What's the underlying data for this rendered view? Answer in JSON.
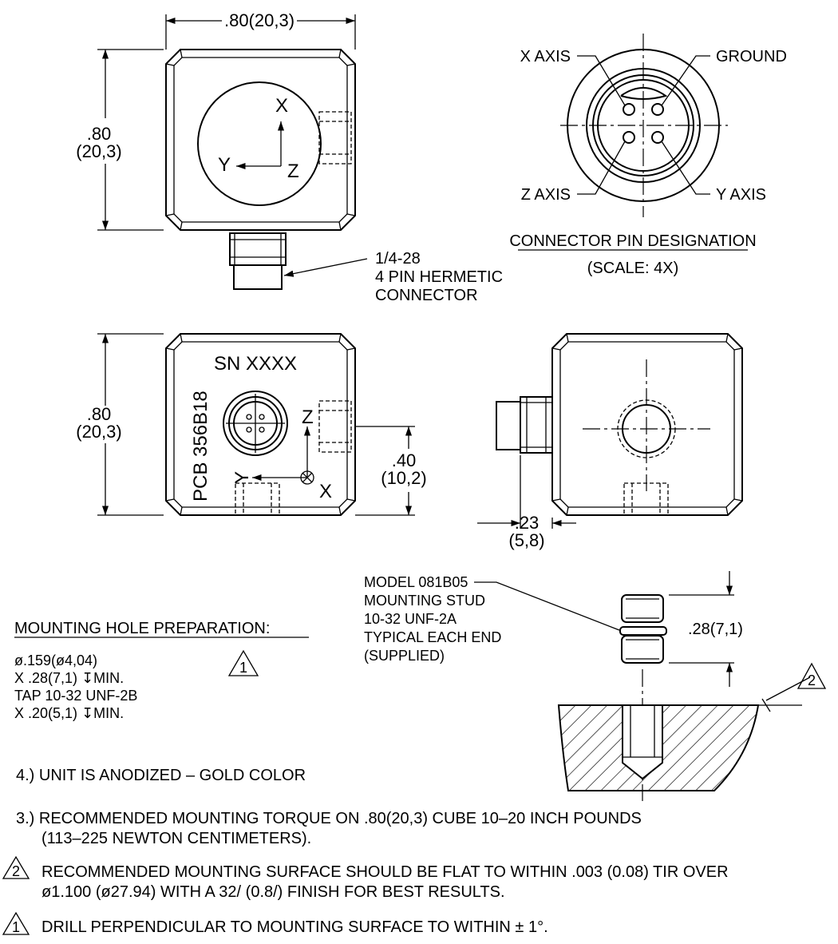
{
  "colors": {
    "ink": "#000000",
    "paper": "#ffffff"
  },
  "top_view": {
    "width_dim": ".80(20,3)",
    "height_dim_line1": ".80",
    "height_dim_line2": "(20,3)",
    "axis_x": "X",
    "axis_y": "Y",
    "axis_z": "Z",
    "connector_note": [
      "1/4-28",
      "4 PIN HERMETIC",
      "CONNECTOR"
    ]
  },
  "connector_pins": {
    "x_axis": "X AXIS",
    "ground": "GROUND",
    "z_axis": "Z AXIS",
    "y_axis": "Y AXIS",
    "title": "CONNECTOR PIN DESIGNATION",
    "scale": "(SCALE: 4X)"
  },
  "front_view": {
    "height_dim_line1": ".80",
    "height_dim_line2": "(20,3)",
    "serial": "SN  XXXX",
    "model_label": "PCB 356B18",
    "axis_z": "Z",
    "axis_y": "Y",
    "axis_x": "X",
    "offset_dim_line1": ".40",
    "offset_dim_line2": "(10,2)"
  },
  "side_view": {
    "dim_line1": ".23",
    "dim_line2": "(5,8)"
  },
  "mounting": {
    "title": "MOUNTING HOLE PREPARATION:",
    "note_ref": "1",
    "lines": [
      "ø.159(ø4,04)",
      "X  .28(7,1)   ↧MIN.",
      "TAP  10-32  UNF-2B",
      "X  .20(5,1)   ↧MIN."
    ]
  },
  "stud": {
    "lines": [
      "MODEL 081B05",
      "MOUNTING STUD",
      "10-32 UNF-2A",
      "TYPICAL EACH END",
      "(SUPPLIED)"
    ],
    "length_dim": ".28(7,1)",
    "surface_ref": "2"
  },
  "notes": {
    "n4": "4.) UNIT IS ANODIZED  –  GOLD COLOR",
    "n3_line1": "3.) RECOMMENDED MOUNTING TORQUE ON .80(20,3) CUBE 10–20 INCH POUNDS",
    "n3_line2": "(113–225 NEWTON CENTIMETERS).",
    "n2_num": "2",
    "n2_line1": "RECOMMENDED MOUNTING SURFACE SHOULD BE FLAT TO WITHIN .003 (0.08) TIR OVER",
    "n2_line2": "ø1.100 (ø27.94) WITH A 32/ (0.8/) FINISH FOR BEST RESULTS.",
    "n1_num": "1",
    "n1_line1": "DRILL PERPENDICULAR TO MOUNTING SURFACE TO WITHIN ± 1°."
  }
}
